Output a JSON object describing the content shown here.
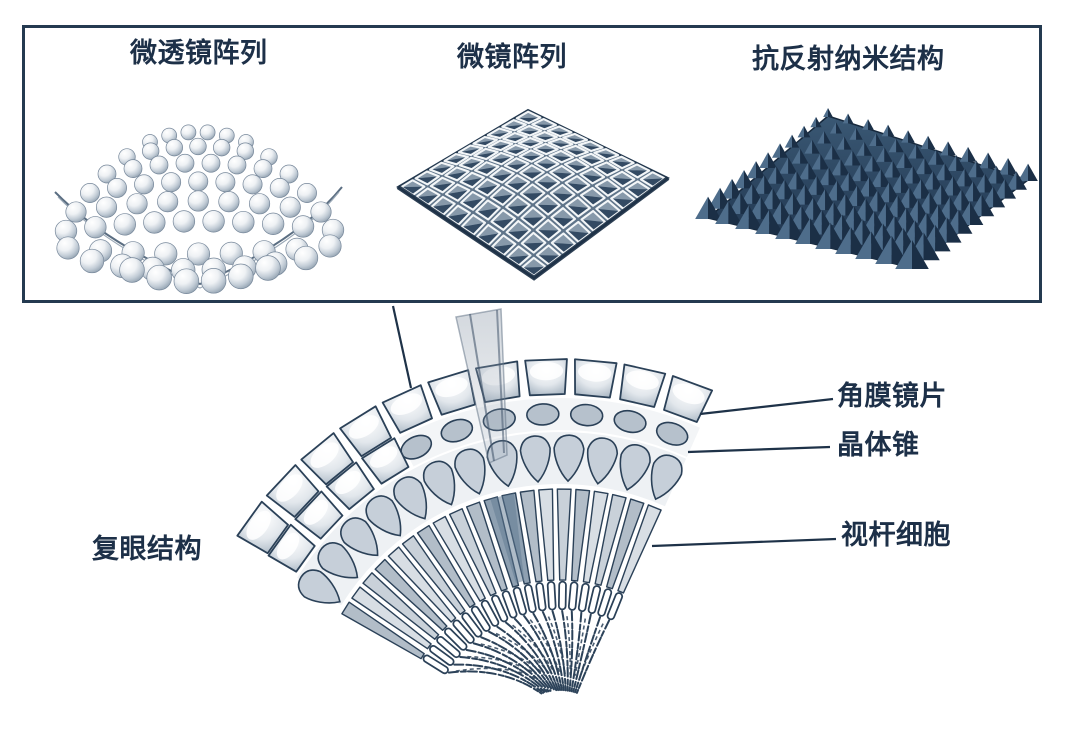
{
  "panels": {
    "border_color": "#243a50",
    "items": [
      {
        "label": "微透镜阵列",
        "figure": "microlens-array"
      },
      {
        "label": "微镜阵列",
        "figure": "micromirror-array"
      },
      {
        "label": "抗反射纳米结构",
        "figure": "antireflective-nanostructure"
      }
    ]
  },
  "eye": {
    "label": "复眼结构",
    "parts": [
      {
        "label": "角膜镜片"
      },
      {
        "label": "晶体锥"
      },
      {
        "label": "视杆细胞"
      }
    ]
  },
  "colors": {
    "ink": "#1d3048",
    "outline_navy": "#2b4158",
    "leader_line": "#1e3248",
    "slate": "#7e91a3",
    "nano_dark": "#1b2f46",
    "nano_light": "#4e6d8b",
    "rod_light": "#d8dee4",
    "rod_mid": "#b2bdc8"
  }
}
